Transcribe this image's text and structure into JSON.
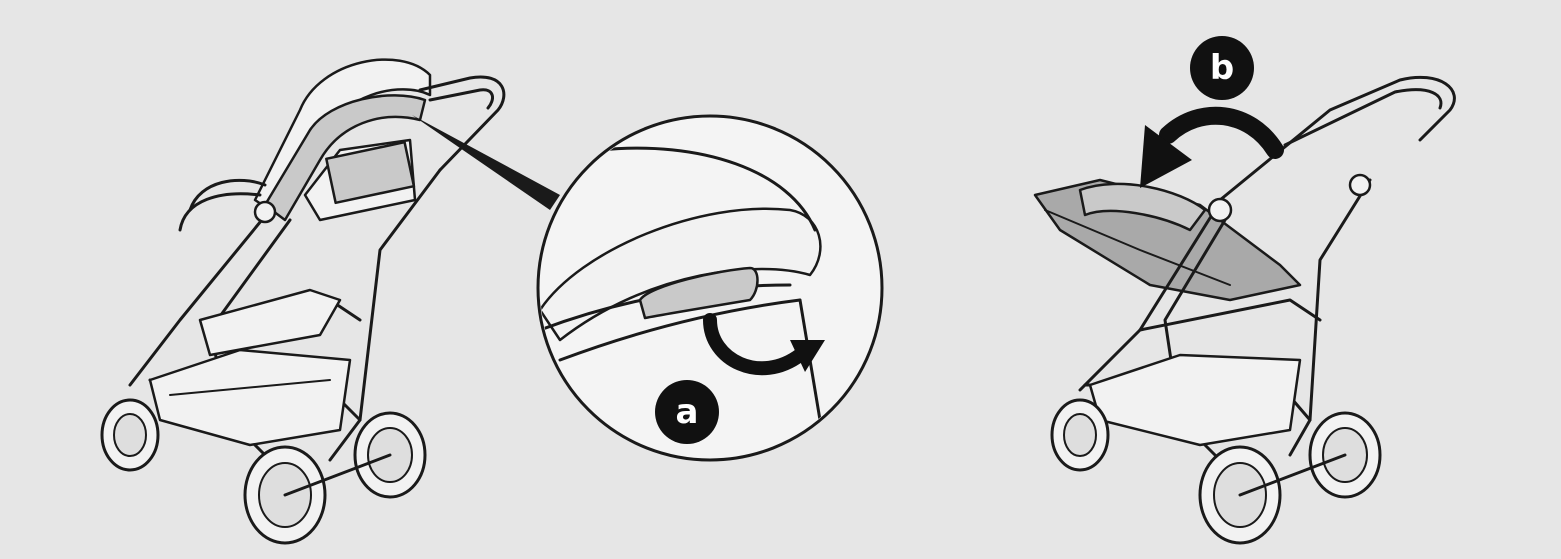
{
  "steps": [
    {
      "id": "a",
      "label": "a"
    },
    {
      "id": "b",
      "label": "b"
    }
  ],
  "colors": {
    "background": "#e6e6e6",
    "line": "#1a1a1a",
    "badge": "#111111",
    "highlight": "#c9c9c9"
  },
  "icons": [
    "stroller-upright",
    "release-button-detail",
    "rotate-arrow",
    "stroller-seat-folded"
  ]
}
